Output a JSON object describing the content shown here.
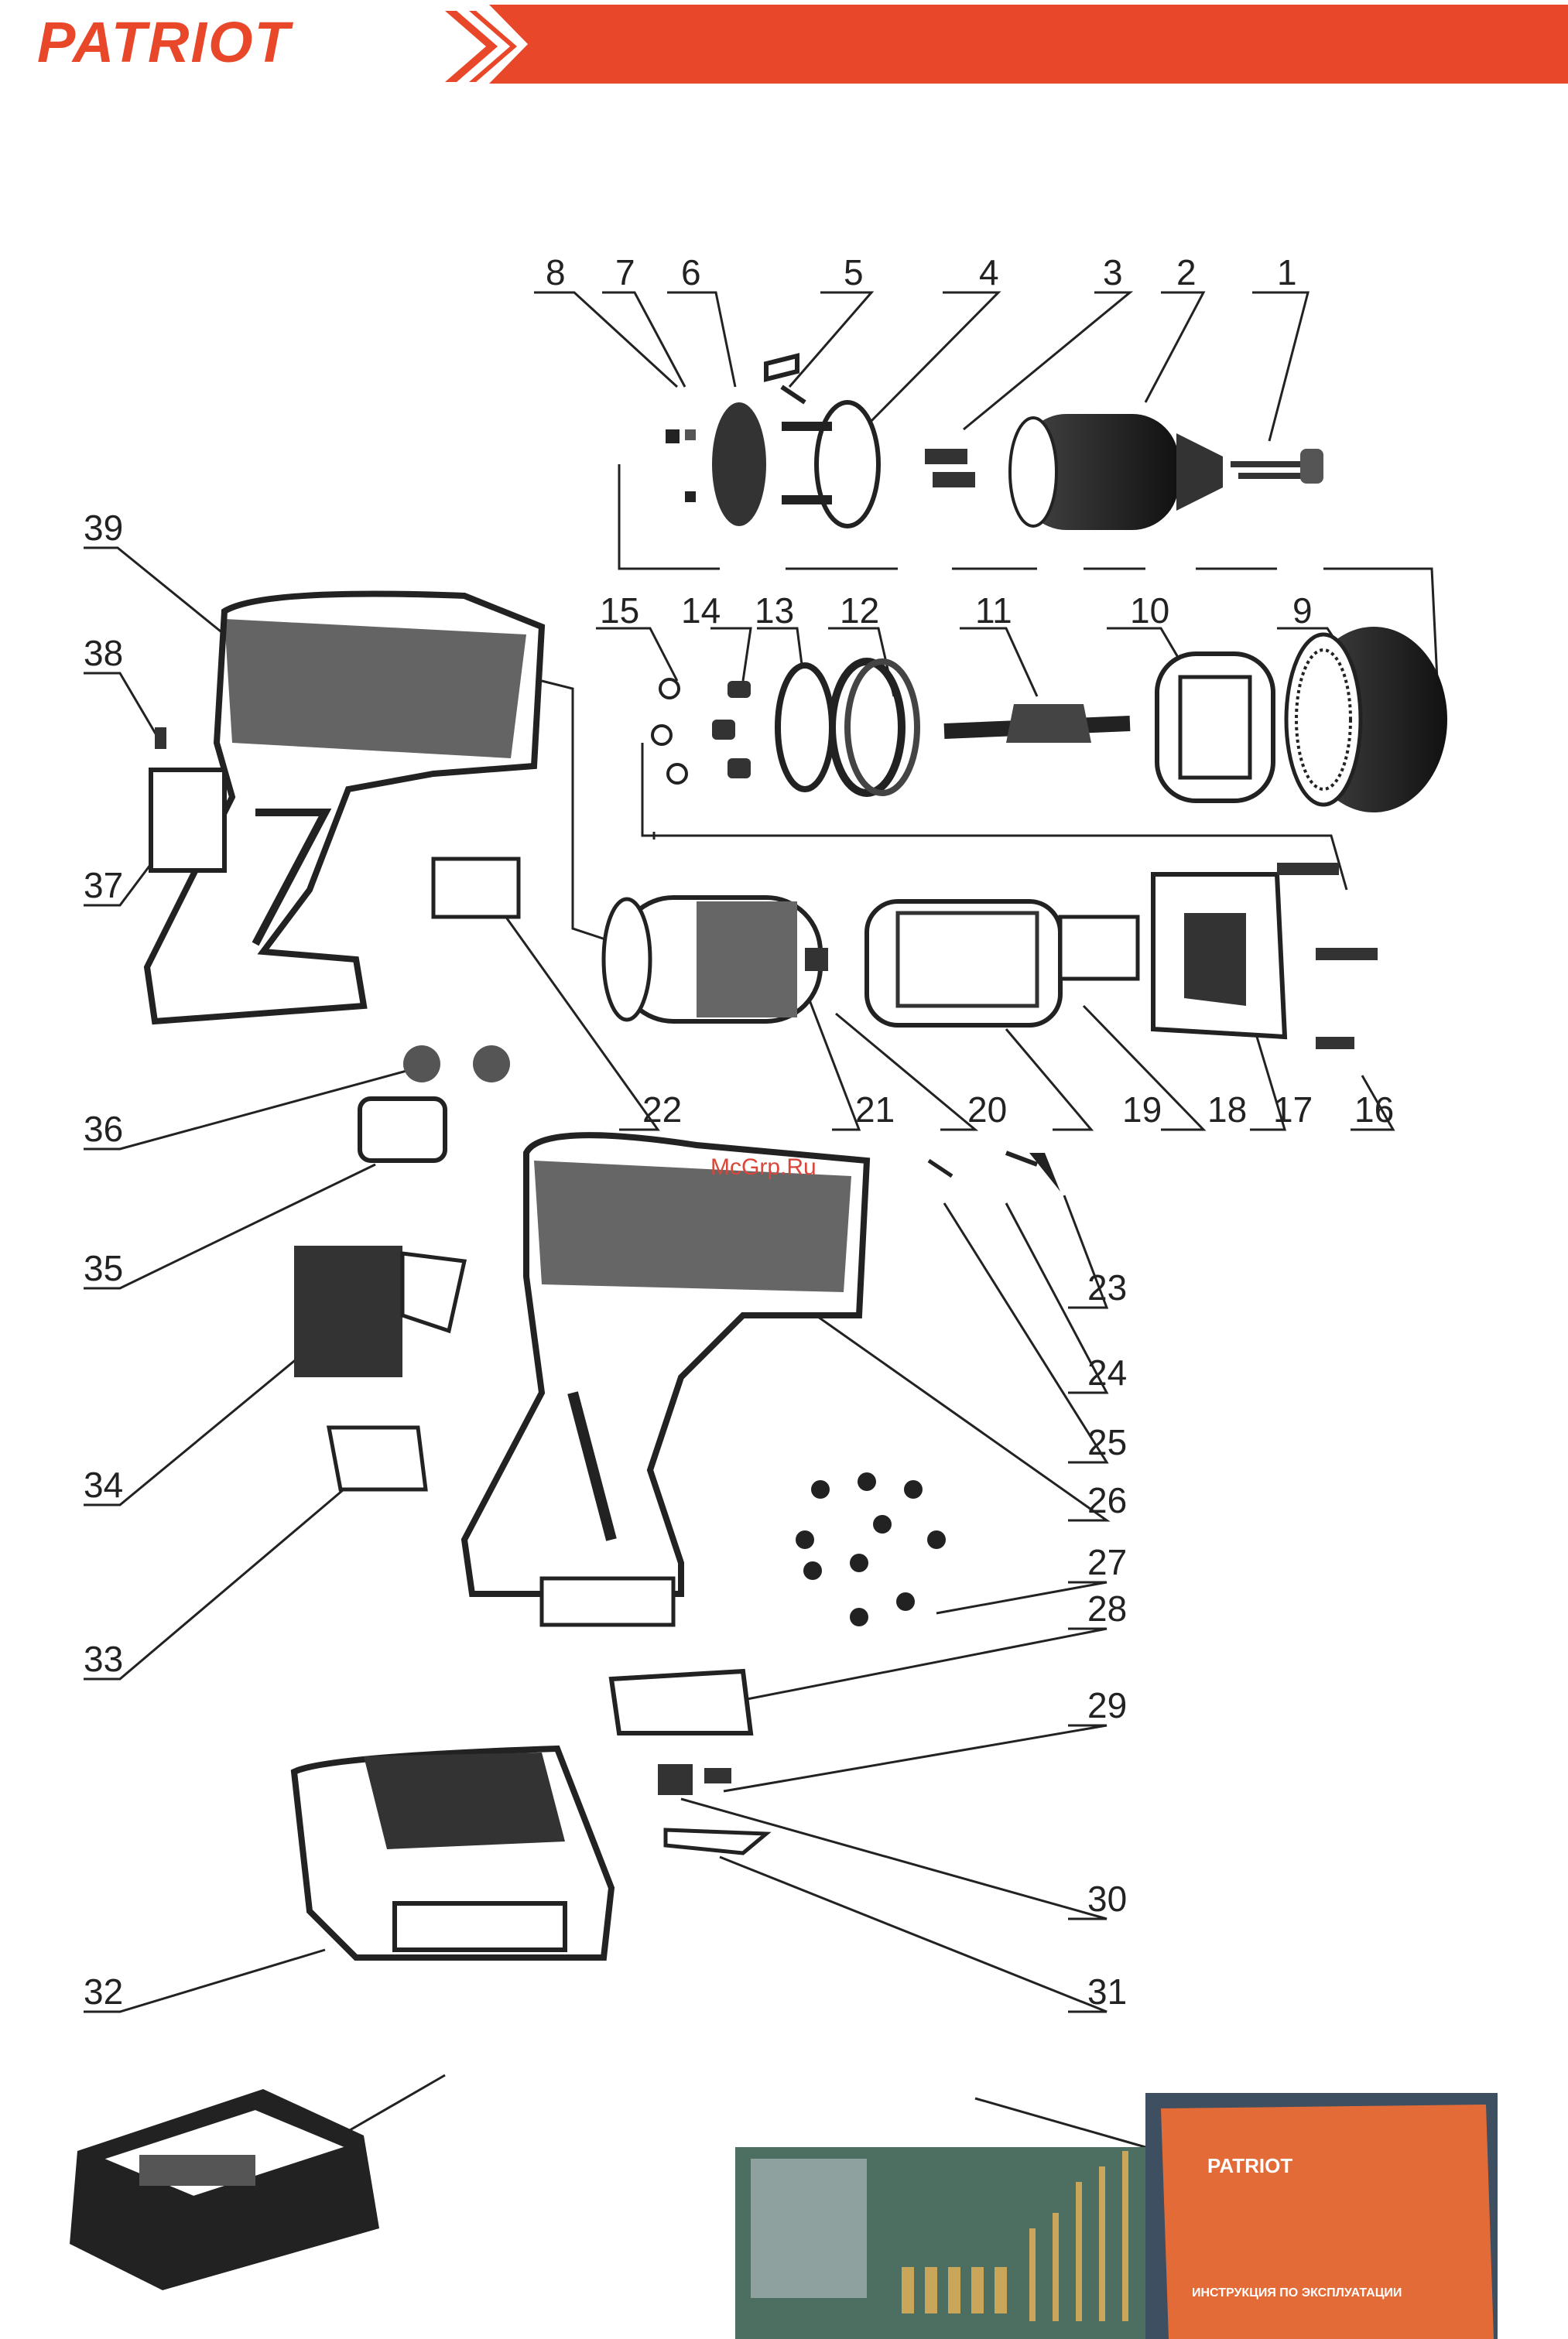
{
  "header": {
    "brand": "PATRIOT",
    "accent_color": "#e8472a"
  },
  "watermark": "McGrp.Ru",
  "callouts": [
    "1",
    "2",
    "3",
    "4",
    "5",
    "6",
    "7",
    "8",
    "9",
    "10",
    "11",
    "12",
    "13",
    "14",
    "15",
    "16",
    "17",
    "18",
    "19",
    "20",
    "21",
    "22",
    "23",
    "24",
    "25",
    "26",
    "27",
    "28",
    "29",
    "30",
    "31",
    "32",
    "33",
    "34",
    "35",
    "36",
    "37",
    "38",
    "39"
  ],
  "photo": {
    "brand": "PATRIOT",
    "booklet_title": "ИНСТРУКЦИЯ ПО ЭКСПЛУАТАЦИИ"
  }
}
